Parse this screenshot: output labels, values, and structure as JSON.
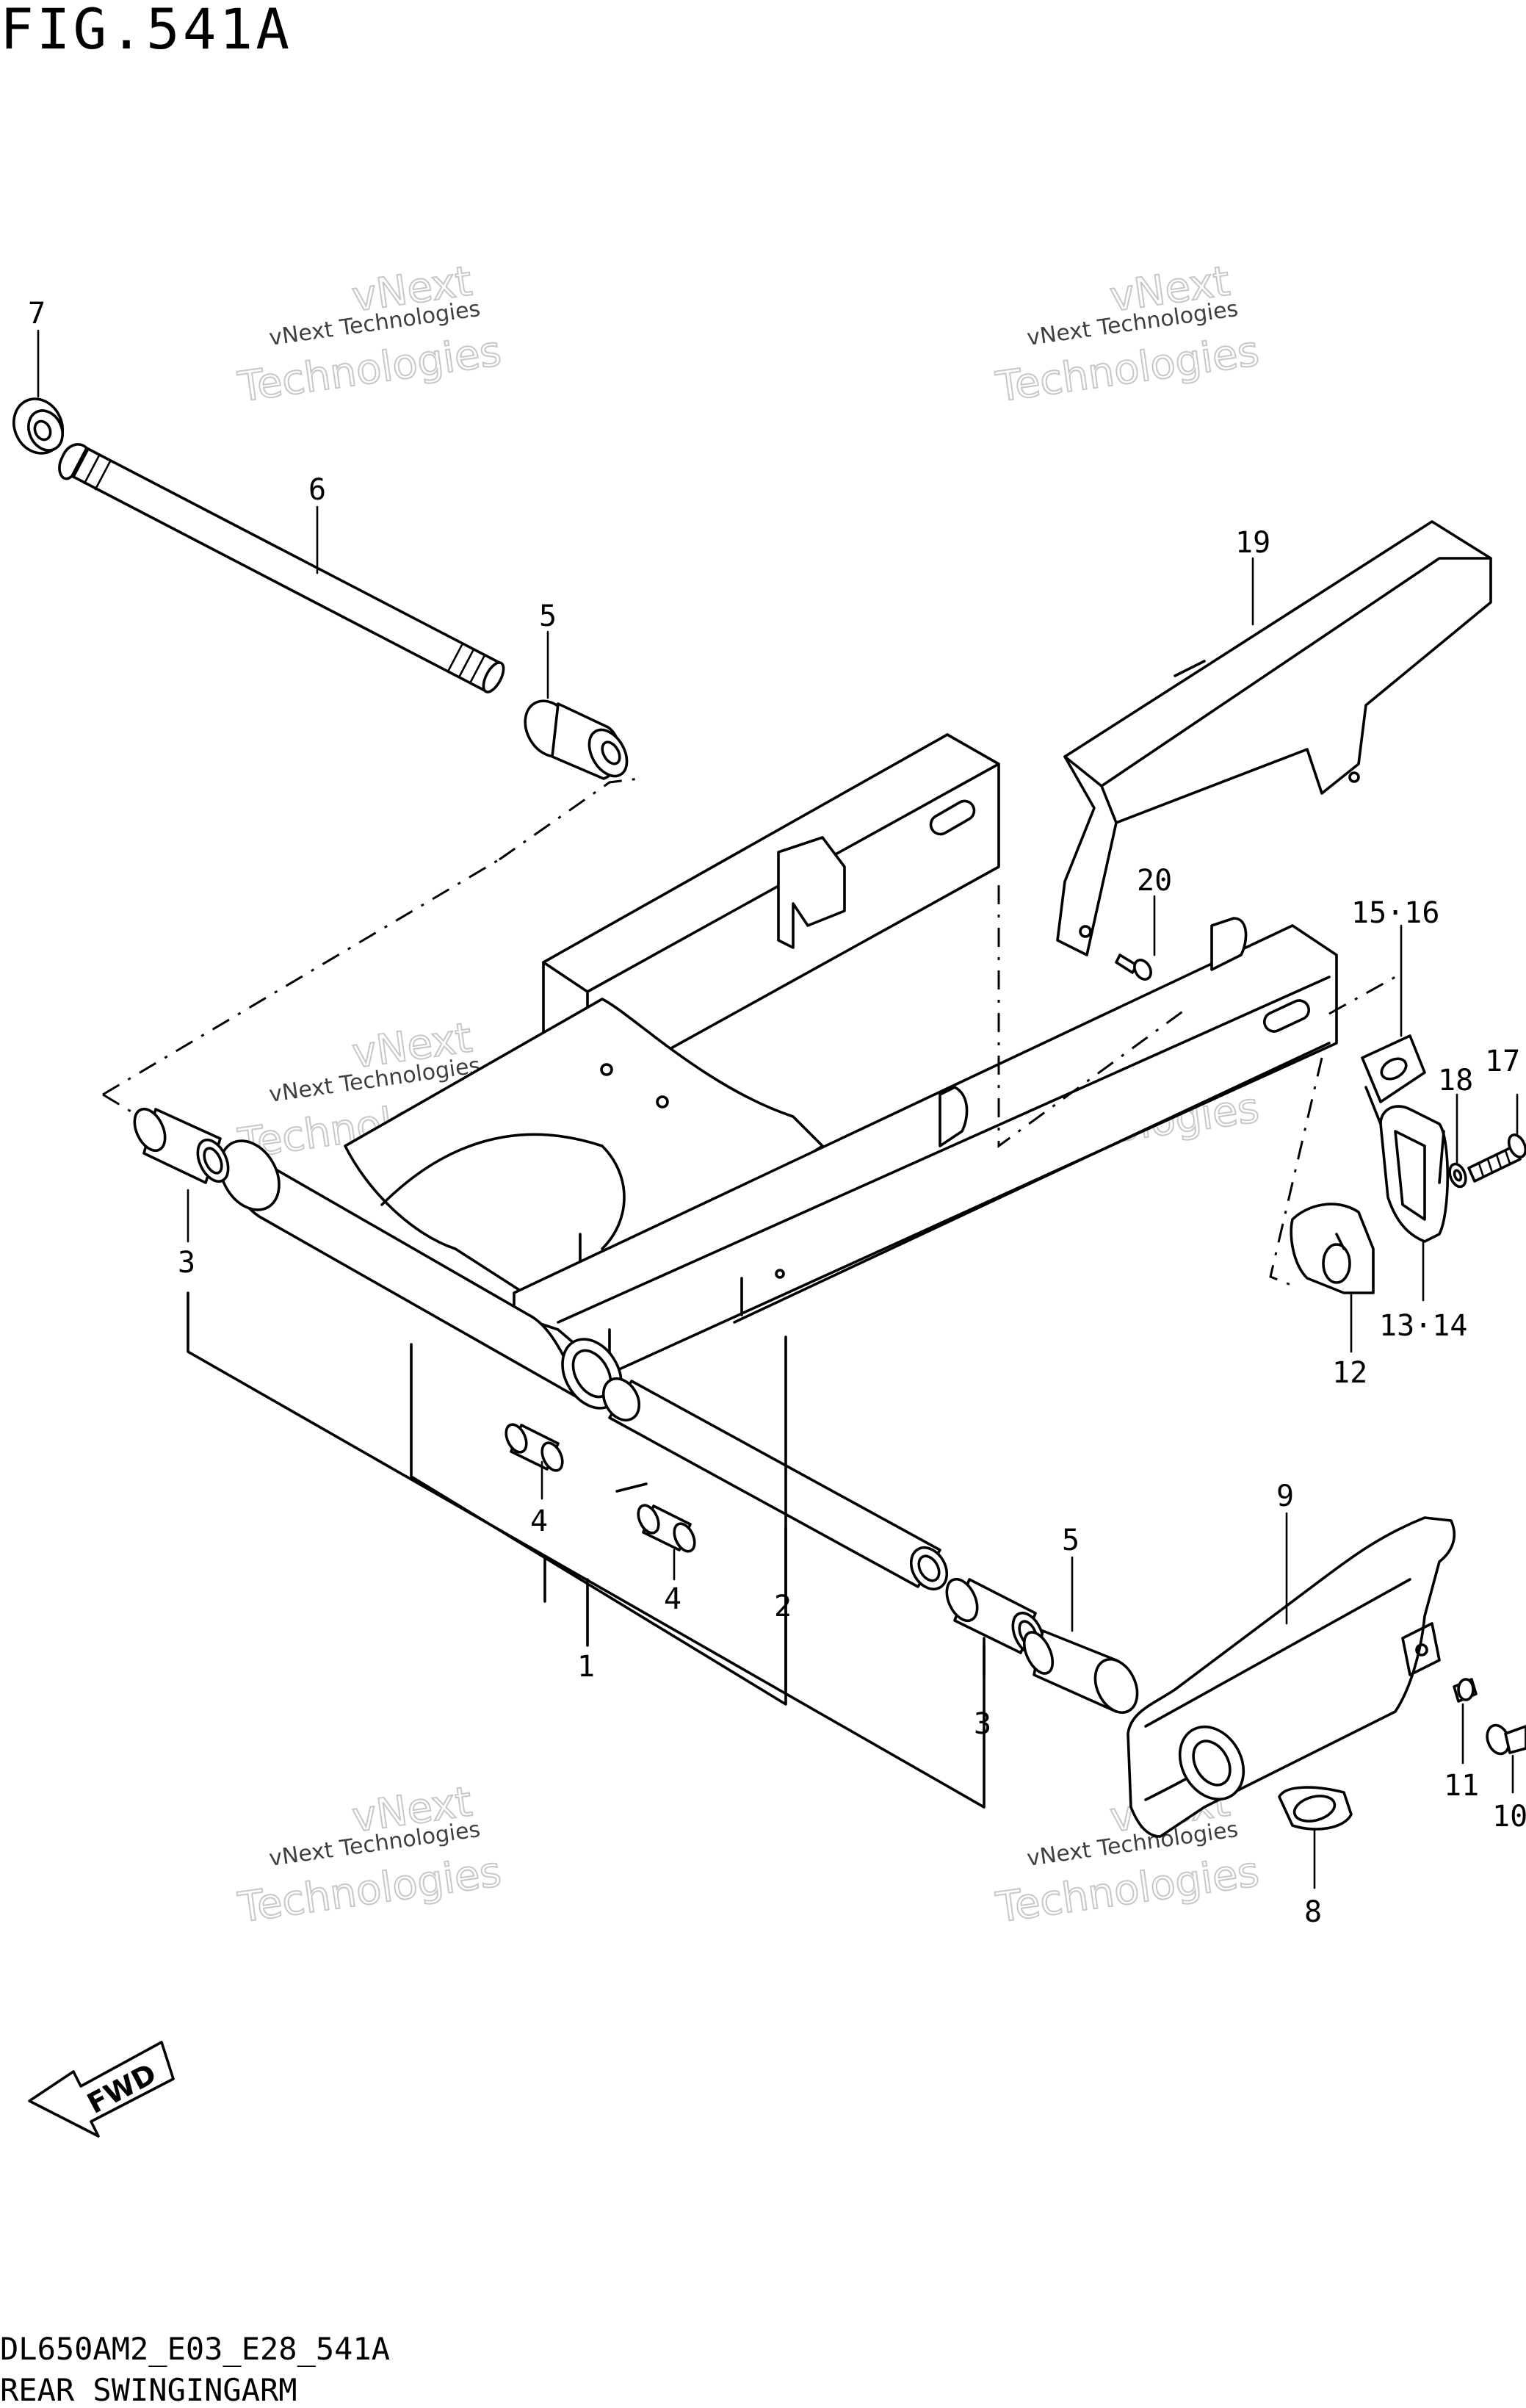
{
  "figure": {
    "title": "FIG.541A",
    "model_code": "DL650AM2_E03_E28_541A",
    "caption": "REAR SWINGINGARM",
    "direction_label": "FWD"
  },
  "watermark": {
    "line1": "vNext Technologies",
    "line2": "vNext",
    "line3": "Technologies"
  },
  "callouts": [
    "7",
    "6",
    "5",
    "19",
    "20",
    "15·16",
    "17",
    "18",
    "3",
    "13·14",
    "12",
    "4",
    "4",
    "2",
    "1",
    "9",
    "5",
    "3",
    "11",
    "10",
    "8"
  ]
}
